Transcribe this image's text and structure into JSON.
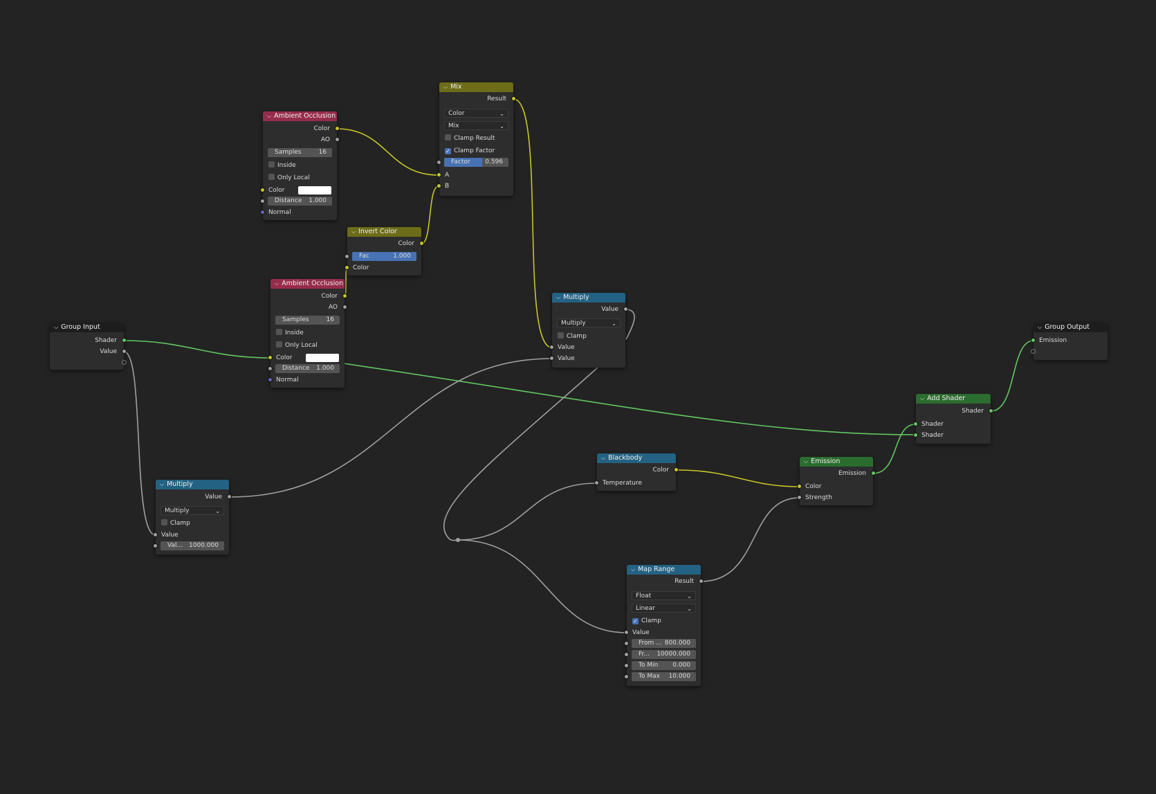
{
  "colors": {
    "background": "#232323",
    "header_ao": "#962c4c",
    "header_color": "#6d6c18",
    "header_math": "#246283",
    "header_shader": "#2b6c2f",
    "socket_color": "#c7c729",
    "socket_value": "#a1a1a1",
    "socket_shader": "#63c763",
    "socket_vector": "#6363c7",
    "field_active": "#4772b3"
  },
  "nodes": {
    "group_input": {
      "title": "Group Input",
      "shader": "Shader",
      "value": "Value"
    },
    "ao1": {
      "title": "Ambient Occlusion",
      "out_color": "Color",
      "out_ao": "AO",
      "samples_label": "Samples",
      "samples_value": "16",
      "inside": "Inside",
      "only_local": "Only Local",
      "in_color": "Color",
      "distance_label": "Distance",
      "distance_value": "1.000",
      "normal": "Normal"
    },
    "ao2": {
      "title": "Ambient Occlusion",
      "out_color": "Color",
      "out_ao": "AO",
      "samples_label": "Samples",
      "samples_value": "16",
      "inside": "Inside",
      "only_local": "Only Local",
      "in_color": "Color",
      "distance_label": "Distance",
      "distance_value": "1.000",
      "normal": "Normal"
    },
    "mix": {
      "title": "Mix",
      "result": "Result",
      "data_type": "Color",
      "blend": "Mix",
      "clamp_result": "Clamp Result",
      "clamp_factor": "Clamp Factor",
      "factor_label": "Factor",
      "factor_value": "0.596",
      "factor_fraction": 0.596,
      "a": "A",
      "b": "B"
    },
    "invert": {
      "title": "Invert Color",
      "out_color": "Color",
      "fac_label": "Fac",
      "fac_value": "1.000",
      "in_color": "Color"
    },
    "multiply_top": {
      "title": "Multiply",
      "out_value": "Value",
      "operation": "Multiply",
      "clamp": "Clamp",
      "in_value1": "Value",
      "in_value2": "Value"
    },
    "multiply_bottom": {
      "title": "Multiply",
      "out_value": "Value",
      "operation": "Multiply",
      "clamp": "Clamp",
      "in_value1": "Value",
      "in_value2_label": "Val...",
      "in_value2": "1000.000"
    },
    "blackbody": {
      "title": "Blackbody",
      "out_color": "Color",
      "temperature": "Temperature"
    },
    "emission": {
      "title": "Emission",
      "out_emission": "Emission",
      "in_color": "Color",
      "strength": "Strength"
    },
    "add_shader": {
      "title": "Add Shader",
      "out_shader": "Shader",
      "in_shader1": "Shader",
      "in_shader2": "Shader"
    },
    "group_output": {
      "title": "Group Output",
      "emission": "Emission"
    },
    "map_range": {
      "title": "Map Range",
      "result": "Result",
      "data_type": "Float",
      "interpolation": "Linear",
      "clamp": "Clamp",
      "value": "Value",
      "from_min_label": "From ...",
      "from_min": "800.000",
      "from_max_label": "Fr...",
      "from_max": "10000.000",
      "to_min_label": "To Min",
      "to_min": "0.000",
      "to_max_label": "To Max",
      "to_max": "10.000"
    }
  }
}
